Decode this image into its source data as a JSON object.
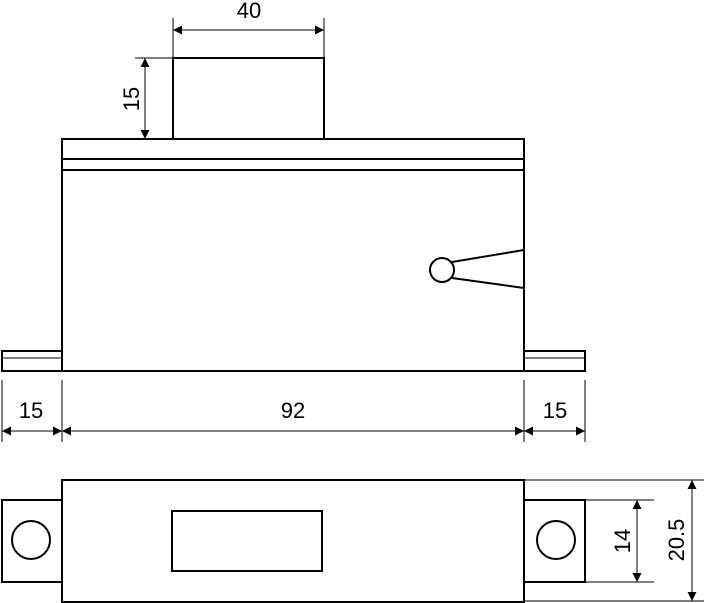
{
  "dimensions": {
    "top_block_width": "40",
    "top_block_height": "15",
    "left_flange_width": "15",
    "body_width": "92",
    "right_flange_width": "15",
    "inner_height": "14",
    "overall_height": "20.5"
  },
  "colors": {
    "stroke": "#000000",
    "background": "#ffffff"
  }
}
